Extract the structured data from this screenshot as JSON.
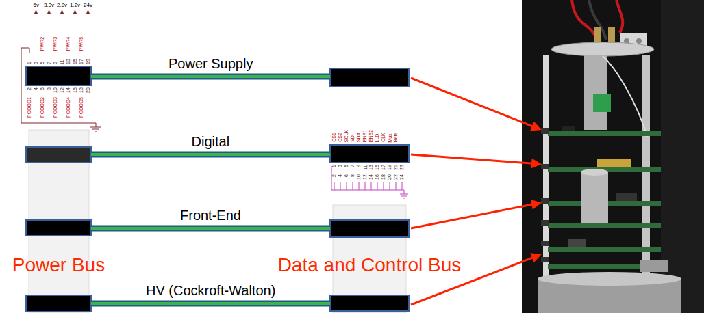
{
  "diagram": {
    "nodes": [
      {
        "text": [
          "Power Bus"
        ]
      },
      {
        "text": [
          "Data and Control Bus"
        ]
      }
    ],
    "edges": [
      {
        "from": 0,
        "to": 1,
        "arrow": "none",
        "label": "Power Supply"
      },
      {
        "from": 0,
        "to": 1,
        "arrow": "none",
        "label": "Digital"
      },
      {
        "from": 0,
        "to": 1,
        "arrow": "none",
        "label": "Front-End"
      },
      {
        "from": 0,
        "to": 1,
        "arrow": "none",
        "label": "HV (Cockroft-Walton)"
      }
    ],
    "labels": [
      "5v",
      "3.3v",
      "2.8v",
      "1.2v",
      "24v",
      "PWR2",
      "PWR3",
      "PWR4",
      "PWR5",
      "1",
      "3",
      "5",
      "7",
      "9",
      "11",
      "13",
      "15",
      "17",
      "19",
      "2",
      "4",
      "6",
      "8",
      "10",
      "12",
      "14",
      "16",
      "18",
      "20",
      "PGOOD1",
      "PGOOD2",
      "PGOOD3",
      "PGOOD4",
      "PGOOD5",
      "CS1",
      "CS2",
      "SCLK",
      "SDI",
      "SDA",
      "ENB1",
      "ENB2",
      "LLD",
      "CLK",
      "Mux",
      "Refs",
      "1",
      "3",
      "5",
      "7",
      "9",
      "11",
      "13",
      "15",
      "17",
      "19",
      "21",
      "23",
      "2",
      "4",
      "6",
      "8",
      "10",
      "12",
      "14",
      "16",
      "18",
      "20",
      "22",
      "24"
    ]
  }
}
